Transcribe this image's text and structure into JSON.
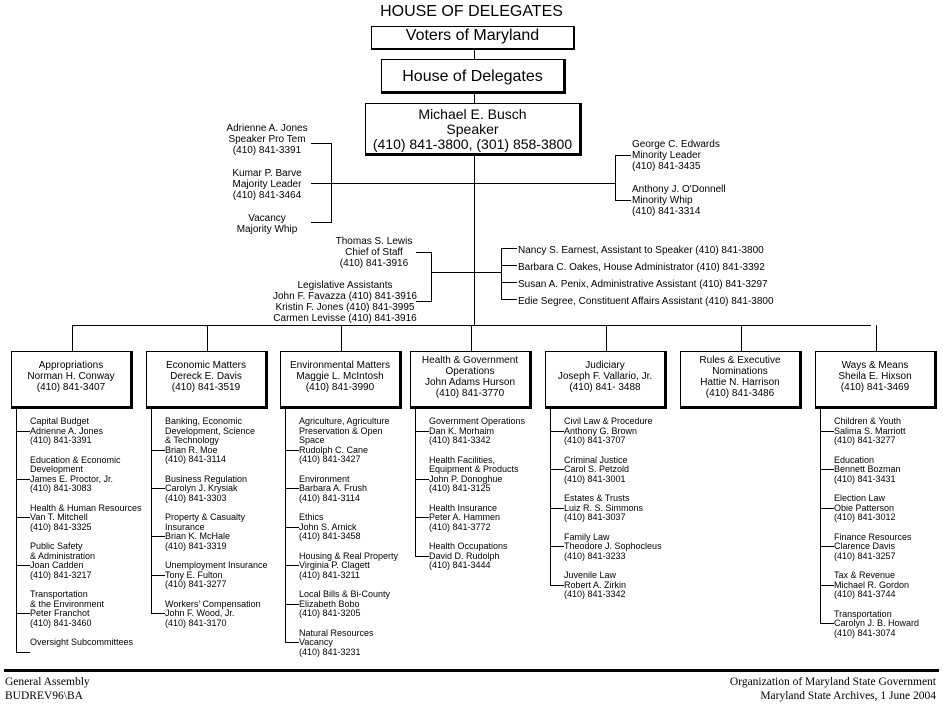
{
  "title": "HOUSE OF DELEGATES",
  "voters": "Voters of Maryland",
  "house": "House of Delegates",
  "speaker": {
    "name": "Michael E. Busch",
    "role": "Speaker",
    "phone": "(410) 841-3800, (301) 858-3800"
  },
  "left_officers": [
    {
      "name": "Adrienne A. Jones",
      "role": "Speaker Pro Tem",
      "phone": "(410) 841-3391"
    },
    {
      "name": "Kumar P. Barve",
      "role": "Majority Leader",
      "phone": "(410) 841-3464"
    },
    {
      "name": "Vacancy",
      "role": "Majority Whip",
      "phone": ""
    }
  ],
  "right_officers": [
    {
      "name": "George C. Edwards",
      "role": "Minority Leader",
      "phone": "(410) 841-3435"
    },
    {
      "name": "Anthony J. O'Donnell",
      "role": "Minority Whip",
      "phone": "(410) 841-3314"
    }
  ],
  "chief_of_staff": {
    "name": "Thomas S. Lewis",
    "role": "Chief of Staff",
    "phone": "(410) 841-3916"
  },
  "legislative_assistants": {
    "heading": "Legislative Assistants",
    "people": [
      "John F. Favazza (410) 841-3916",
      "Kristin F. Jones (410) 841-3995",
      "Carmen Levisse (410) 841-3916"
    ]
  },
  "staff": [
    "Nancy S. Earnest, Assistant to Speaker (410) 841-3800",
    "Barbara C. Oakes, House Administrator (410) 841-3392",
    "Susan A. Penix, Administrative Assistant (410) 841-3297",
    "Edie Segree, Constituent Affairs Assistant (410) 841-3800"
  ],
  "committees": [
    {
      "lines": [
        "Appropriations",
        "Norman H. Conway",
        "(410) 841-3407"
      ],
      "subcommittees": [
        [
          "Capital Budget",
          "Adrienne A. Jones",
          "(410) 841-3391"
        ],
        [
          "Education & Economic",
          "Development",
          "James E. Proctor, Jr.",
          "(410) 841-3083"
        ],
        [
          "Health & Human Resources",
          "Van T. Mitchell",
          "(410) 841-3325"
        ],
        [
          "Public Safety",
          "& Administration",
          "Joan Cadden",
          "(410) 841-3217"
        ],
        [
          "Transportation",
          "& the Environment",
          "Peter Franchot",
          "(410) 841-3460"
        ],
        [
          "Oversight Subcommittees"
        ]
      ]
    },
    {
      "lines": [
        "Economic Matters",
        "Dereck E. Davis",
        "(410) 841-3519"
      ],
      "subcommittees": [
        [
          "Banking, Economic",
          "Development, Science",
          "& Technology",
          "Brian R. Moe",
          "(410) 841-3114"
        ],
        [
          "Business Regulation",
          "Carolyn J. Krysiak",
          "(410) 841-3303"
        ],
        [
          "Property & Casualty",
          "Insurance",
          "Brian K. McHale",
          "(410) 841-3319"
        ],
        [
          "Unemployment Insurance",
          "Tony E. Fulton",
          "(410) 841-3277"
        ],
        [
          "Workers' Compensation",
          "John F. Wood, Jr.",
          "(410) 841-3170"
        ]
      ]
    },
    {
      "lines": [
        "Environmental Matters",
        "Maggie L. McIntosh",
        "(410) 841-3990"
      ],
      "subcommittees": [
        [
          "Agriculture, Agriculture",
          "Preservation & Open",
          "Space",
          "Rudolph C. Cane",
          "(410) 841-3427"
        ],
        [
          "Environment",
          "Barbara A. Frush",
          "(410) 841-3114"
        ],
        [
          "Ethics",
          "John S. Arnick",
          "(410) 841-3458"
        ],
        [
          "Housing & Real Property",
          "Virginia P. Clagett",
          "(410) 841-3211"
        ],
        [
          "Local Bills & Bi-County",
          "Elizabeth Bobo",
          "(410) 841-3205"
        ],
        [
          "Natural Resources",
          "Vacancy",
          "(410) 841-3231"
        ]
      ]
    },
    {
      "lines": [
        "Health & Government",
        "Operations",
        "John Adams Hurson",
        "(410) 841-3770"
      ],
      "subcommittees": [
        [
          "Government Operations",
          "Dan K. Morhaim",
          "(410) 841-3342"
        ],
        [
          "Health Facilities,",
          "Equipment & Products",
          "John P. Donoghue",
          "(410) 841-3125"
        ],
        [
          "Health Insurance",
          "Peter A. Hammen",
          "(410) 841-3772"
        ],
        [
          "Health Occupations",
          "David D. Rudolph",
          "(410) 841-3444"
        ]
      ]
    },
    {
      "lines": [
        "Judiciary",
        "Joseph F. Vallario, Jr.",
        "(410) 841- 3488"
      ],
      "subcommittees": [
        [
          "Civil Law & Procedure",
          "Anthony G. Brown",
          "(410) 841-3707"
        ],
        [
          "Criminal Justice",
          "Carol S. Petzold",
          "(410) 841-3001"
        ],
        [
          "Estates & Trusts",
          "Luiz R. S. Simmons",
          "(410) 841-3037"
        ],
        [
          "Family Law",
          "Theodore J. Sophocleus",
          "(410) 841-3233"
        ],
        [
          "Juvenile Law",
          "Robert A. Zirkin",
          "(410) 841-3342"
        ]
      ]
    },
    {
      "lines": [
        "Rules & Executive",
        "Nominations",
        "Hattie N. Harrison",
        "(410) 841-3486"
      ],
      "subcommittees": []
    },
    {
      "lines": [
        "Ways & Means",
        "Sheila E. Hixson",
        "(410) 841-3469"
      ],
      "subcommittees": [
        [
          "Children & Youth",
          "Salima S. Marriott",
          "(410) 841-3277"
        ],
        [
          "Education",
          "Bennett Bozman",
          "(410) 841-3431"
        ],
        [
          "Election Law",
          "Obie Patterson",
          "(410) 841-3012"
        ],
        [
          "Finance Resources",
          "Clarence Davis",
          "(410) 841-3257"
        ],
        [
          "Tax & Revenue",
          "Michael R. Gordon",
          "(410) 841-3744"
        ],
        [
          "Transportation",
          "Carolyn J. B. Howard",
          "(410) 841-3074"
        ]
      ]
    }
  ],
  "footer": {
    "left": [
      "General Assembly",
      "BUDREV96\\BA"
    ],
    "right": [
      "Organization of Maryland State Government",
      "Maryland State Archives, 1 June 2004"
    ]
  }
}
